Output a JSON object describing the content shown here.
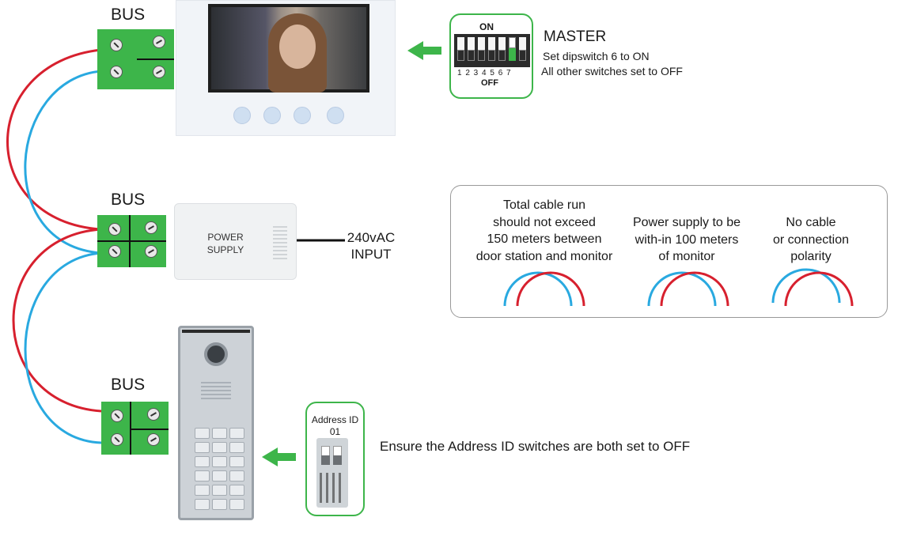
{
  "bus_label": "BUS",
  "master": {
    "title": "MASTER",
    "line1": "Set dipswitch 6 to ON",
    "line2": "All other switches set to OFF",
    "dip_on": "ON",
    "dip_off": "OFF",
    "dip_numbers": "1 2 3 4 5 6 7"
  },
  "power_supply": {
    "line1": "POWER",
    "line2": "SUPPLY",
    "input_line1": "240vAC",
    "input_line2": "INPUT"
  },
  "info": {
    "col1": [
      "Total cable run",
      "should not exceed",
      "150 meters between",
      "door station and monitor"
    ],
    "col2": [
      "Power supply to be",
      "with-in 100 meters",
      "of monitor"
    ],
    "col3": [
      "No cable",
      "or connection",
      "polarity"
    ]
  },
  "address": {
    "title": "Address ID",
    "value": "01",
    "instruction": "Ensure the Address ID switches are both set to OFF"
  },
  "colors": {
    "wire_red": "#d7202e",
    "wire_blue": "#29a9e0",
    "accent_green": "#3db54a"
  }
}
